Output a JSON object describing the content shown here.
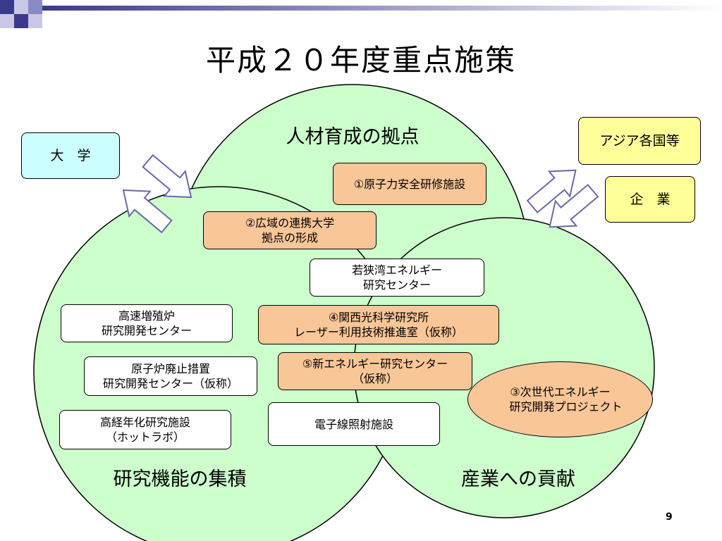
{
  "title": "平成２０年度重点施策",
  "page_number": "9",
  "circles": {
    "top": "人材育成の拠点",
    "left": "研究機能の集積",
    "right": "産業への貢献"
  },
  "external": {
    "university": "大　学",
    "asia": "アジア各国等",
    "company": "企　業"
  },
  "boxes": {
    "nuclear_safety": [
      "①原子力安全研修施設"
    ],
    "wide_area": [
      "②広域の連携大学",
      "拠点の形成"
    ],
    "wakasa_energy": [
      "若狭湾エネルギー",
      "研究センター"
    ],
    "fast_breeder": [
      "高速増殖炉",
      "研究開発センター"
    ],
    "kansai_photon": [
      "④関西光科学研究所",
      "レーザー利用技術推進室（仮称）"
    ],
    "decommissioning": [
      "原子炉廃止措置",
      "研究開発センター（仮称）"
    ],
    "new_energy": [
      "⑤新エネルギー研究センター",
      "（仮称）"
    ],
    "next_gen": [
      "③次世代エネルギー",
      "　研究開発プロジェクト"
    ],
    "aging_research": [
      "高経年化研究施設",
      "（ホットラボ）"
    ],
    "electron_beam": [
      "電子線照射施設"
    ]
  },
  "colors": {
    "circle_fill": "#ccffcc",
    "orange_box": "#f9c698",
    "white_box": "#ffffff",
    "cyan_box": "#ccffff",
    "yellow_box": "#ffff99",
    "arrow_stroke": "#6a6aa8",
    "header_squares": "#3a3a8c"
  }
}
